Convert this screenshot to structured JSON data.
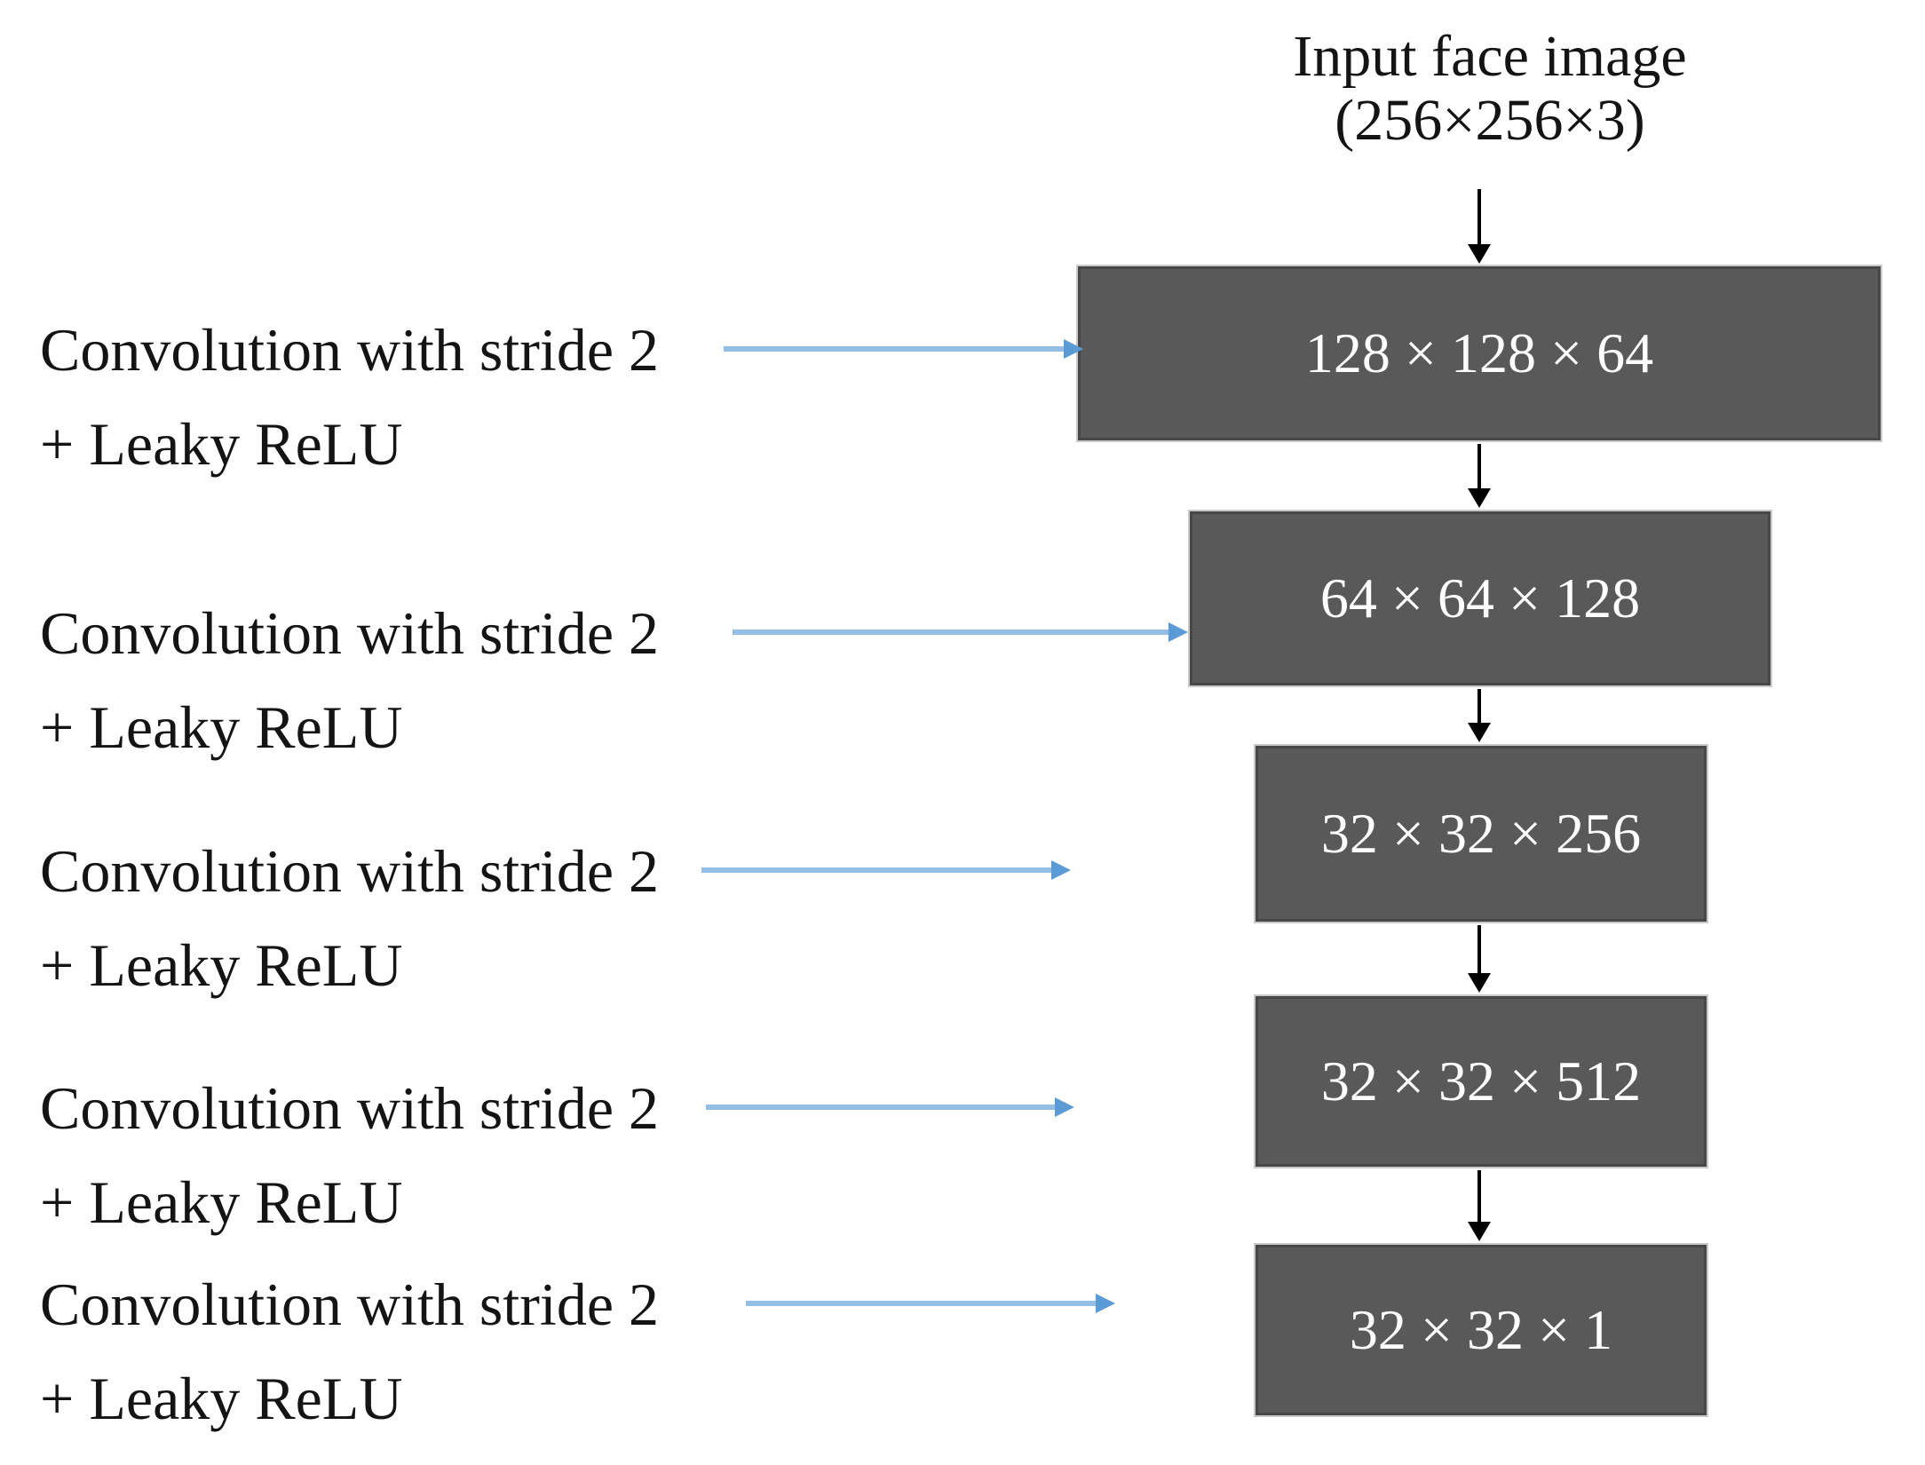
{
  "figure": {
    "title": {
      "line1": "Input face image",
      "line2": "(256×256×3)"
    },
    "layers": [
      {
        "dims": "128 × 128 × 64"
      },
      {
        "dims": "64 × 64 × 128"
      },
      {
        "dims": "32 × 32 × 256"
      },
      {
        "dims": "32 × 32 × 512"
      },
      {
        "dims": "32 × 32 × 1"
      }
    ],
    "operations": [
      {
        "line1": "Convolution with stride 2",
        "line2": "+ Leaky ReLU"
      },
      {
        "line1": "Convolution with stride 2",
        "line2": "+ Leaky ReLU"
      },
      {
        "line1": "Convolution with stride 2",
        "line2": "+ Leaky ReLU"
      },
      {
        "line1": "Convolution with stride 2",
        "line2": "+ Leaky ReLU"
      },
      {
        "line1": "Convolution with stride 2",
        "line2": "+ Leaky ReLU"
      }
    ],
    "colors": {
      "box_fill": "#595959",
      "box_border": "#474747",
      "box_text": "#ffffff",
      "arrow_blue": "#5b9bd5",
      "arrow_black": "#000000",
      "label_text": "#141414",
      "background": "#ffffff"
    }
  }
}
